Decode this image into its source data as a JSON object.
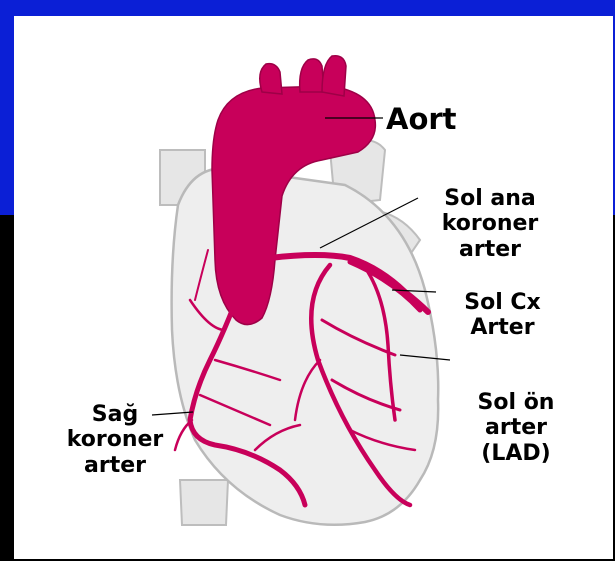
{
  "colors": {
    "top_band": "#0b1fd6",
    "bottom_band": "#000000",
    "panel": "#ffffff",
    "heart_tissue": "#eeeeee",
    "heart_outline": "#b9b9b9",
    "artery": "#c8005a",
    "leader_line": "#000000"
  },
  "labels": {
    "aort": "Aort",
    "left_main": [
      "Sol ana",
      "koroner",
      "arter"
    ],
    "circumflex": [
      "Sol Cx",
      "Arter"
    ],
    "lad": [
      "Sol ön",
      "arter",
      "(LAD)"
    ],
    "right_coronary": [
      "Sağ",
      "koroner",
      "arter"
    ]
  }
}
